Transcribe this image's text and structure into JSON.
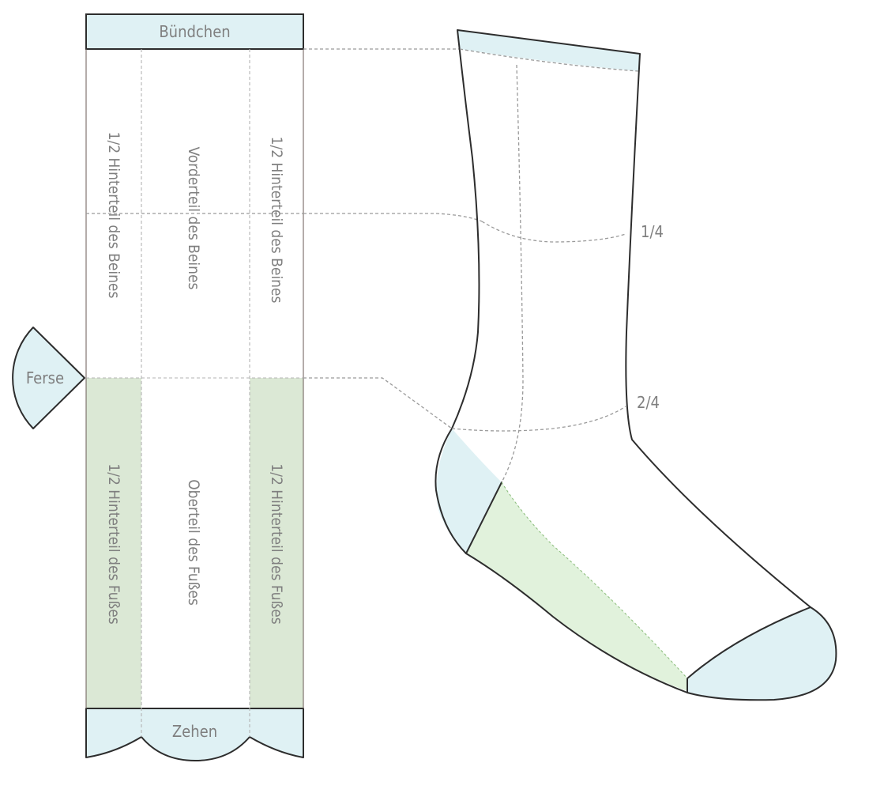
{
  "colors": {
    "cuff_fill": "#dff1f4",
    "foot_side_fill": "#dbe8d5",
    "sole_fill": "#e1f2dc",
    "outline": "#2d2d2d",
    "label": "#7f7f7f"
  },
  "pattern": {
    "cuff_label": "Bündchen",
    "leg_back_left_label": "1/2 Hinterteil des Beines",
    "leg_front_label": "Vorderteil des Beines",
    "leg_back_right_label": "1/2 Hinterteil des Beines",
    "heel_label": "Ferse",
    "foot_back_left_label": "1/2 Hinterteil des Fußes",
    "foot_top_label": "Oberteil des Fußes",
    "foot_back_right_label": "1/2 Hinterteil des Fußes",
    "toe_label": "Zehen"
  },
  "sock": {
    "quarter_1_label": "1/4",
    "quarter_2_label": "2/4"
  }
}
